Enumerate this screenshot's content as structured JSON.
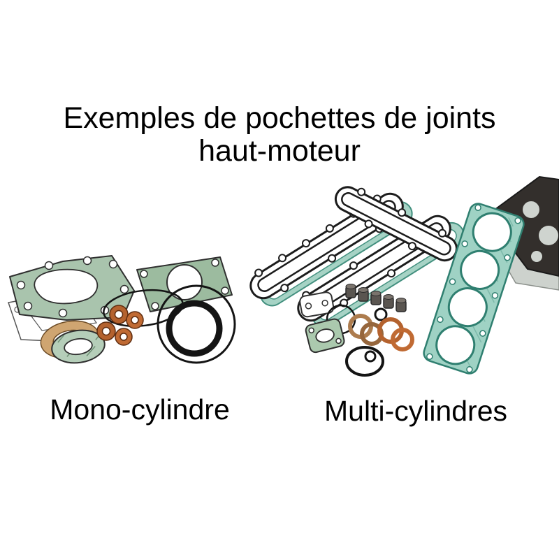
{
  "title": {
    "line1": "Exemples de pochettes de joints",
    "line2": "haut-moteur"
  },
  "figures": {
    "mono": {
      "label": "Mono-cylindre",
      "illustration": "mono-cylinder-gasket-kit"
    },
    "multi": {
      "label": "Multi-cylindres",
      "illustration": "multi-cylinder-gasket-kit"
    }
  },
  "colors": {
    "background": "#ffffff",
    "text": "#000000",
    "gasket_green": "#a9c4ad",
    "gasket_green_dark": "#9cbb9f",
    "gasket_teal": "#9fd2c4",
    "teal_outline": "#2f7f70",
    "copper": "#b4622e",
    "fiber_tan": "#cfa571",
    "rubber_black": "#141414",
    "dark_gasket": "#332f2c",
    "metal_gray": "#cdd2cd"
  }
}
